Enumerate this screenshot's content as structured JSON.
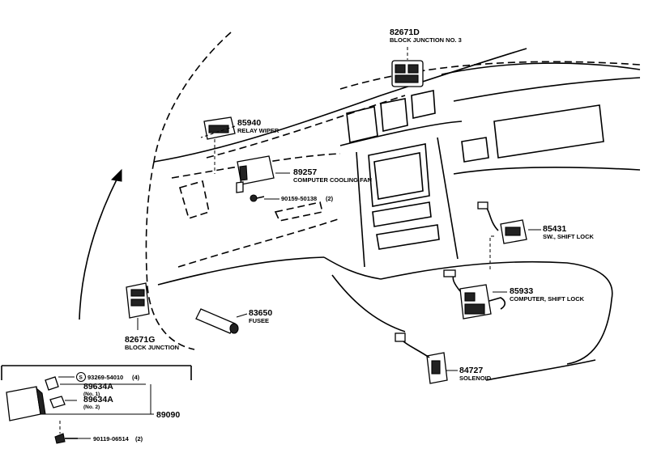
{
  "parts": {
    "block_junction_no3": {
      "number": "82671D",
      "name": "BLOCK JUNCTION NO. 3"
    },
    "relay_wiper": {
      "number": "85940",
      "name": "RELAY WIPER"
    },
    "computer_cooling_fan": {
      "number": "89257",
      "name": "COMPUTER COOLING FAN"
    },
    "bolt": {
      "number": "90159-50138",
      "qty": "(2)"
    },
    "sw_shift_lock": {
      "number": "85431",
      "name": "SW., SHIFT LOCK"
    },
    "computer_shift_lock": {
      "number": "85933",
      "name": "COMPUTER, SHIFT LOCK"
    },
    "fusee": {
      "number": "83650",
      "name": "FUSEE"
    },
    "block_junction": {
      "number": "82671G",
      "name": "BLOCK JUNCTION"
    },
    "solenoid": {
      "number": "84727",
      "name": "SOLENOID"
    }
  },
  "inset": {
    "screw_circle": "S",
    "screw": {
      "number": "93269-54010",
      "qty": "(4)"
    },
    "no1": {
      "number": "89634A",
      "sub": "(No. 1)"
    },
    "no2": {
      "number": "89634A",
      "sub": "(No. 2)"
    },
    "assembly": {
      "number": "89090"
    },
    "bolt2": {
      "number": "90119-06514",
      "qty": "(2)"
    }
  }
}
